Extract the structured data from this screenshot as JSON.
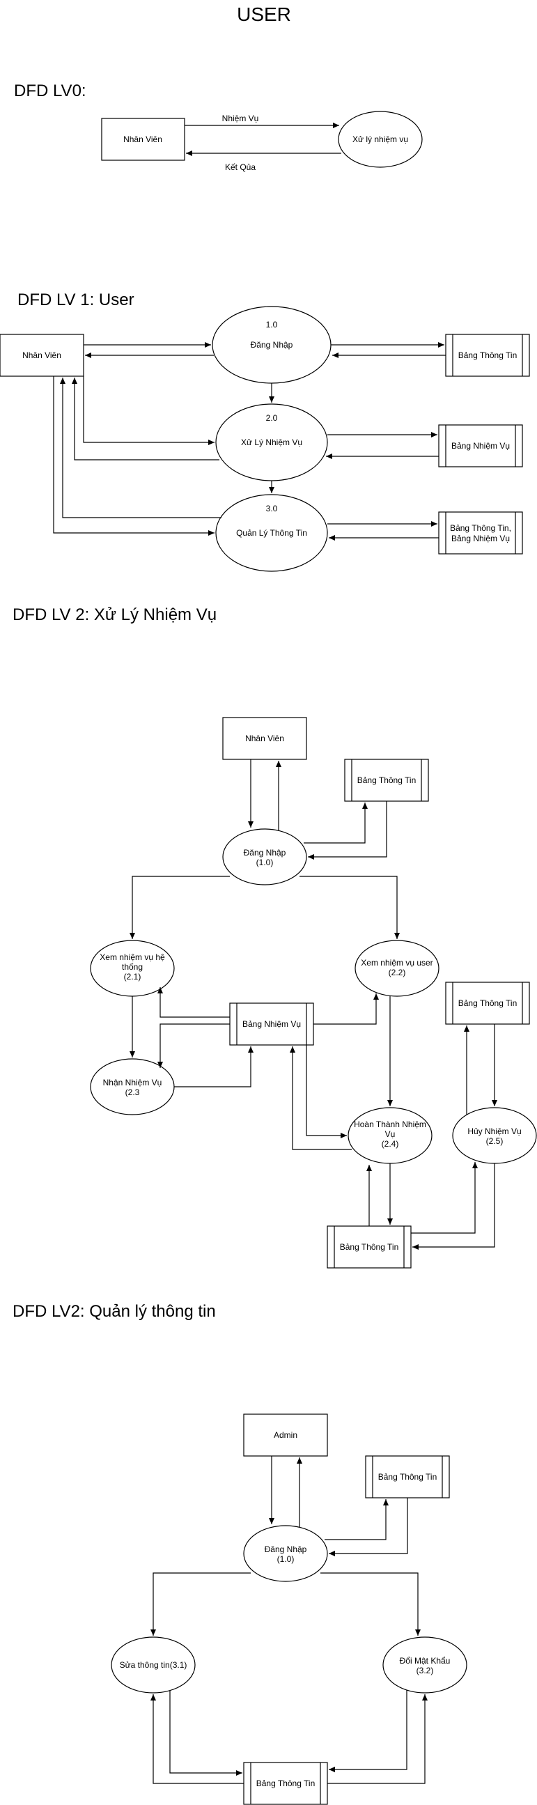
{
  "title": "USER",
  "sections": {
    "lv0": "DFD LV0:",
    "lv1": "DFD LV 1: User",
    "lv2a": "DFD LV 2: Xử Lý Nhiệm Vụ",
    "lv2b": "DFD LV2: Quản lý thông tin"
  },
  "lv0": {
    "entity": "Nhân Viên",
    "process": "Xử lý nhiệm vụ",
    "flow_out": "Nhiệm Vụ",
    "flow_in": "Kết Qủa"
  },
  "lv1": {
    "entity": "Nhân Viên",
    "p1": {
      "num": "1.0",
      "name": "Đăng Nhập"
    },
    "p2": {
      "num": "2.0",
      "name": "Xử Lý Nhiệm Vụ"
    },
    "p3": {
      "num": "3.0",
      "name": "Quản Lý Thông Tin"
    },
    "store1": "Bảng Thông Tin",
    "store2": "Bảng Nhiệm Vụ",
    "store3_line1": "Bảng Thông Tin,",
    "store3_line2": "Bảng Nhiệm Vụ"
  },
  "lv2a": {
    "entity": "Nhân Viên",
    "store_top": "Bảng Thông Tin",
    "login_l1": "Đăng Nhập",
    "login_l2": "(1.0)",
    "p21_l1": "Xem nhiệm vụ hệ",
    "p21_l2": "thống",
    "p21_l3": "(2.1)",
    "p22_l1": "Xem nhiệm vụ user",
    "p22_l2": "(2.2)",
    "store_tasks": "Bảng Nhiệm Vụ",
    "p23_l1": "Nhận Nhiệm Vụ",
    "p23_l2": "(2.3",
    "p24_l1": "Hoàn Thành Nhiệm",
    "p24_l2": "Vụ",
    "p24_l3": "(2.4)",
    "p25_l1": "Hủy Nhiệm Vụ",
    "p25_l2": "(2.5)",
    "store_right": "Bảng Thông Tin",
    "store_bottom": "Bảng Thông Tin"
  },
  "lv2b": {
    "entity": "Admin",
    "store_top": "Bảng Thông Tin",
    "login_l1": "Đăng Nhập",
    "login_l2": "(1.0)",
    "p31": "Sửa thông tin(3.1)",
    "p32_l1": "Đổi Mật Khẩu",
    "p32_l2": "(3.2)",
    "store_bottom": "Bảng Thông Tin"
  }
}
